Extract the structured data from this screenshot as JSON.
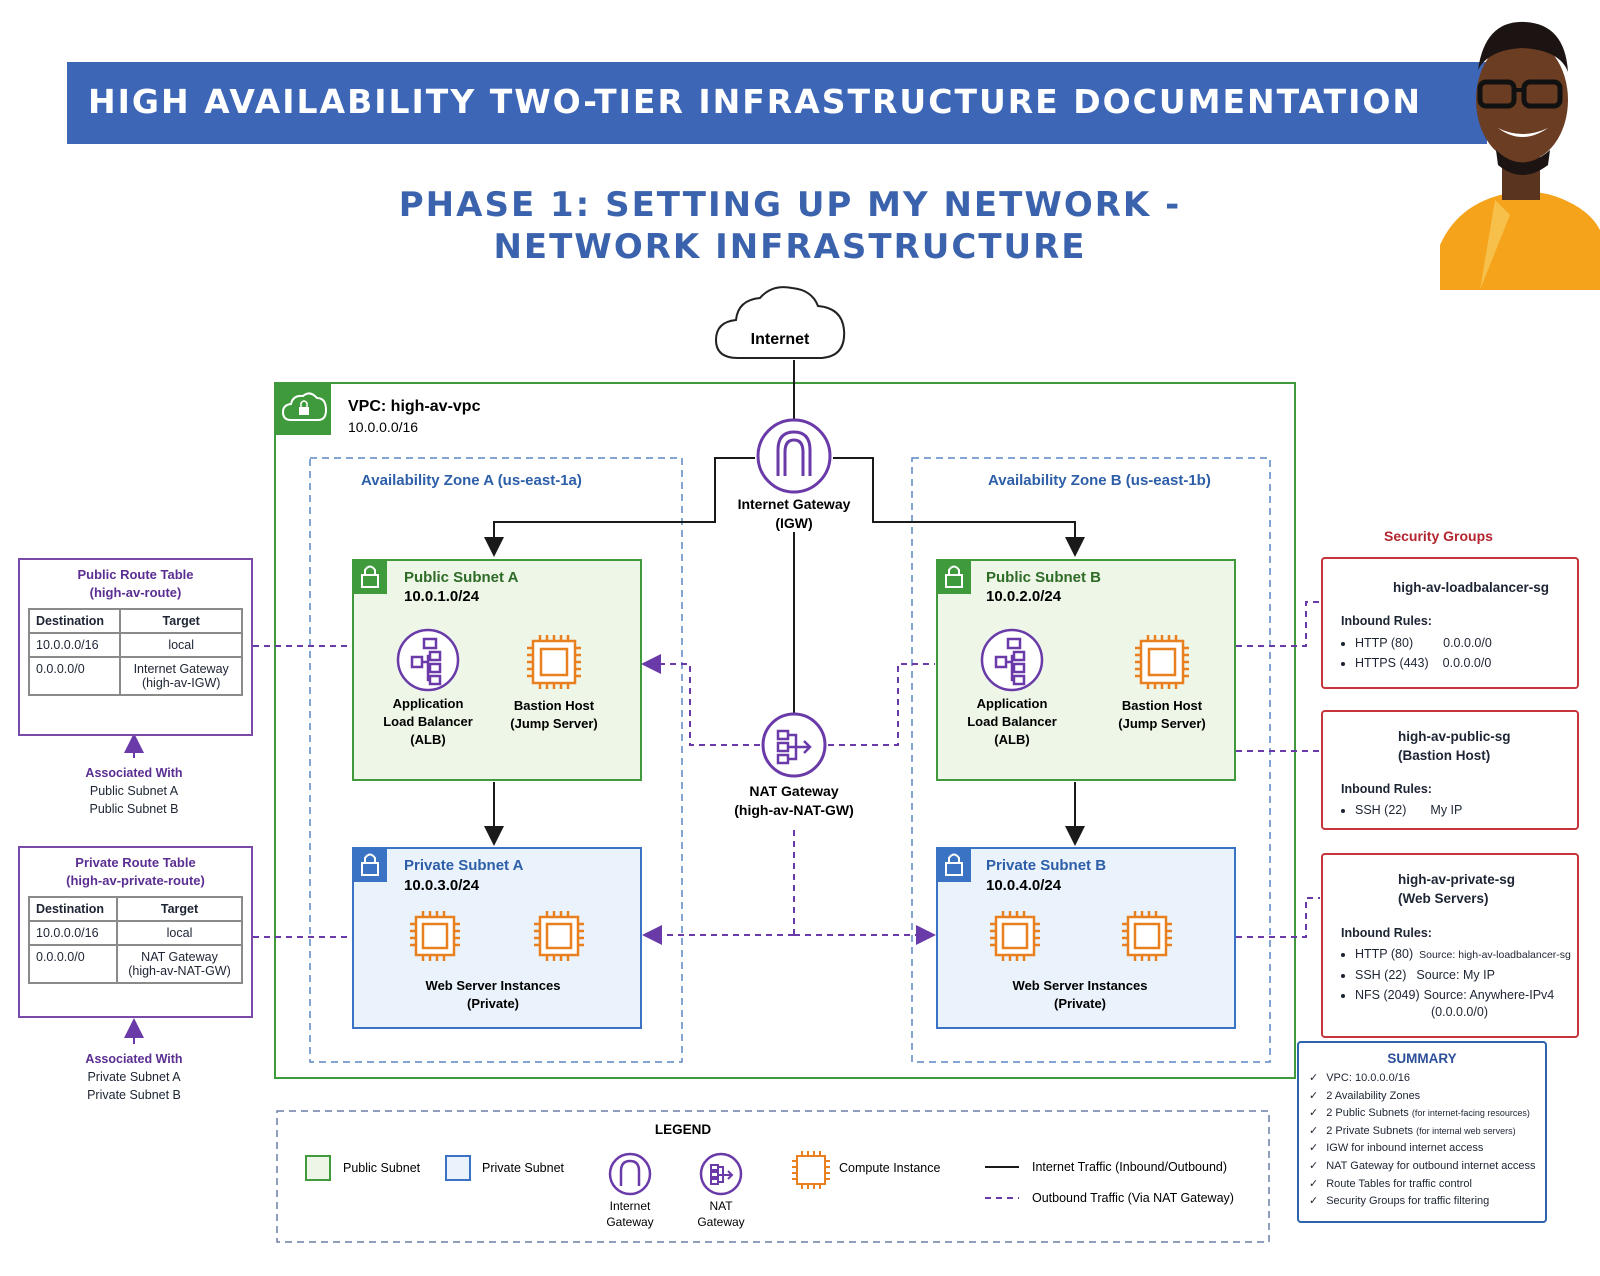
{
  "header": {
    "title": "HIGH AVAILABILITY TWO-TIER INFRASTRUCTURE DOCUMENTATION",
    "phase_line1": "PHASE 1: SETTING UP MY NETWORK -",
    "phase_line2": "NETWORK INFRASTRUCTURE"
  },
  "internet": {
    "label": "Internet"
  },
  "vpc": {
    "name": "VPC: high-av-vpc",
    "cidr": "10.0.0.0/16"
  },
  "zones": {
    "a": "Availability Zone A (us-east-1a)",
    "b": "Availability Zone B (us-east-1b)"
  },
  "igw": {
    "line1": "Internet Gateway",
    "line2": "(IGW)"
  },
  "nat": {
    "line1": "NAT Gateway",
    "line2": "(high-av-NAT-GW)"
  },
  "subnets": {
    "public_a": {
      "name": "Public Subnet A",
      "cidr": "10.0.1.0/24"
    },
    "public_b": {
      "name": "Public Subnet B",
      "cidr": "10.0.2.0/24"
    },
    "private_a": {
      "name": "Private Subnet A",
      "cidr": "10.0.3.0/24"
    },
    "private_b": {
      "name": "Private Subnet B",
      "cidr": "10.0.4.0/24"
    }
  },
  "resources": {
    "alb": [
      "Application",
      "Load Balancer",
      "(ALB)"
    ],
    "bastion": [
      "Bastion Host",
      "(Jump Server)"
    ],
    "web": [
      "Web Server Instances",
      "(Private)"
    ]
  },
  "public_route_table": {
    "title": "Public Route Table",
    "subtitle": "(high-av-route)",
    "headers": [
      "Destination",
      "Target"
    ],
    "rows": [
      {
        "dest": "10.0.0.0/16",
        "target1": "local",
        "target2": ""
      },
      {
        "dest": "0.0.0.0/0",
        "target1": "Internet Gateway",
        "target2": "(high-av-IGW)"
      }
    ],
    "assoc_label": "Associated With",
    "assoc_1": "Public Subnet A",
    "assoc_2": "Public Subnet B"
  },
  "private_route_table": {
    "title": "Private Route Table",
    "subtitle": "(high-av-private-route)",
    "headers": [
      "Destination",
      "Target"
    ],
    "rows": [
      {
        "dest": "10.0.0.0/16",
        "target1": "local",
        "target2": ""
      },
      {
        "dest": "0.0.0.0/0",
        "target1": "NAT Gateway",
        "target2": "(high-av-NAT-GW)"
      }
    ],
    "assoc_label": "Associated With",
    "assoc_1": "Private Subnet A",
    "assoc_2": "Private Subnet B"
  },
  "security_groups": {
    "title": "Security Groups",
    "inbound_label": "Inbound Rules:",
    "lb": {
      "name": "high-av-loadbalancer-sg",
      "rules": [
        {
          "port": "HTTP (80)",
          "value": "0.0.0.0/0"
        },
        {
          "port": "HTTPS (443)",
          "value": "0.0.0.0/0"
        }
      ]
    },
    "public": {
      "name": "high-av-public-sg",
      "sub": "(Bastion Host)",
      "rules": [
        {
          "port": "SSH (22)",
          "value": "My IP"
        }
      ]
    },
    "private": {
      "name": "high-av-private-sg",
      "sub": "(Web Servers)",
      "rules": [
        {
          "port": "HTTP (80)",
          "value": "Source: high-av-loadbalancer-sg"
        },
        {
          "port": "SSH (22)",
          "value": "Source: My IP"
        },
        {
          "port": "NFS (2049)",
          "value": "Source: Anywhere-IPv4"
        }
      ],
      "rule_cont": "(0.0.0.0/0)"
    }
  },
  "summary": {
    "title": "SUMMARY",
    "items": [
      {
        "text": "VPC: 10.0.0.0/16",
        "note": ""
      },
      {
        "text": "2 Availability Zones",
        "note": ""
      },
      {
        "text": "2 Public Subnets",
        "note": "(for internet-facing resources)"
      },
      {
        "text": "2 Private Subnets",
        "note": "(for internal web servers)"
      },
      {
        "text": "IGW for inbound internet access",
        "note": ""
      },
      {
        "text": "NAT Gateway for outbound internet access",
        "note": ""
      },
      {
        "text": "Route Tables for traffic control",
        "note": ""
      },
      {
        "text": "Security Groups for traffic filtering",
        "note": ""
      }
    ]
  },
  "legend": {
    "title": "LEGEND",
    "public_subnet": "Public Subnet",
    "private_subnet": "Private Subnet",
    "igw_1": "Internet",
    "igw_2": "Gateway",
    "nat_1": "NAT",
    "nat_2": "Gateway",
    "compute": "Compute Instance",
    "internet_traffic": "Internet Traffic (Inbound/Outbound)",
    "outbound_traffic": "Outbound Traffic (Via NAT Gateway)"
  },
  "colors": {
    "banner": "#3d66b6",
    "vpc_green": "#3e9a3a",
    "public_fill": "#eef6e8",
    "private_fill": "#eaf3fb",
    "private_blue": "#3a73c4",
    "purple": "#6a3aa8",
    "orange": "#e8801f",
    "security_red": "#c7353c"
  }
}
